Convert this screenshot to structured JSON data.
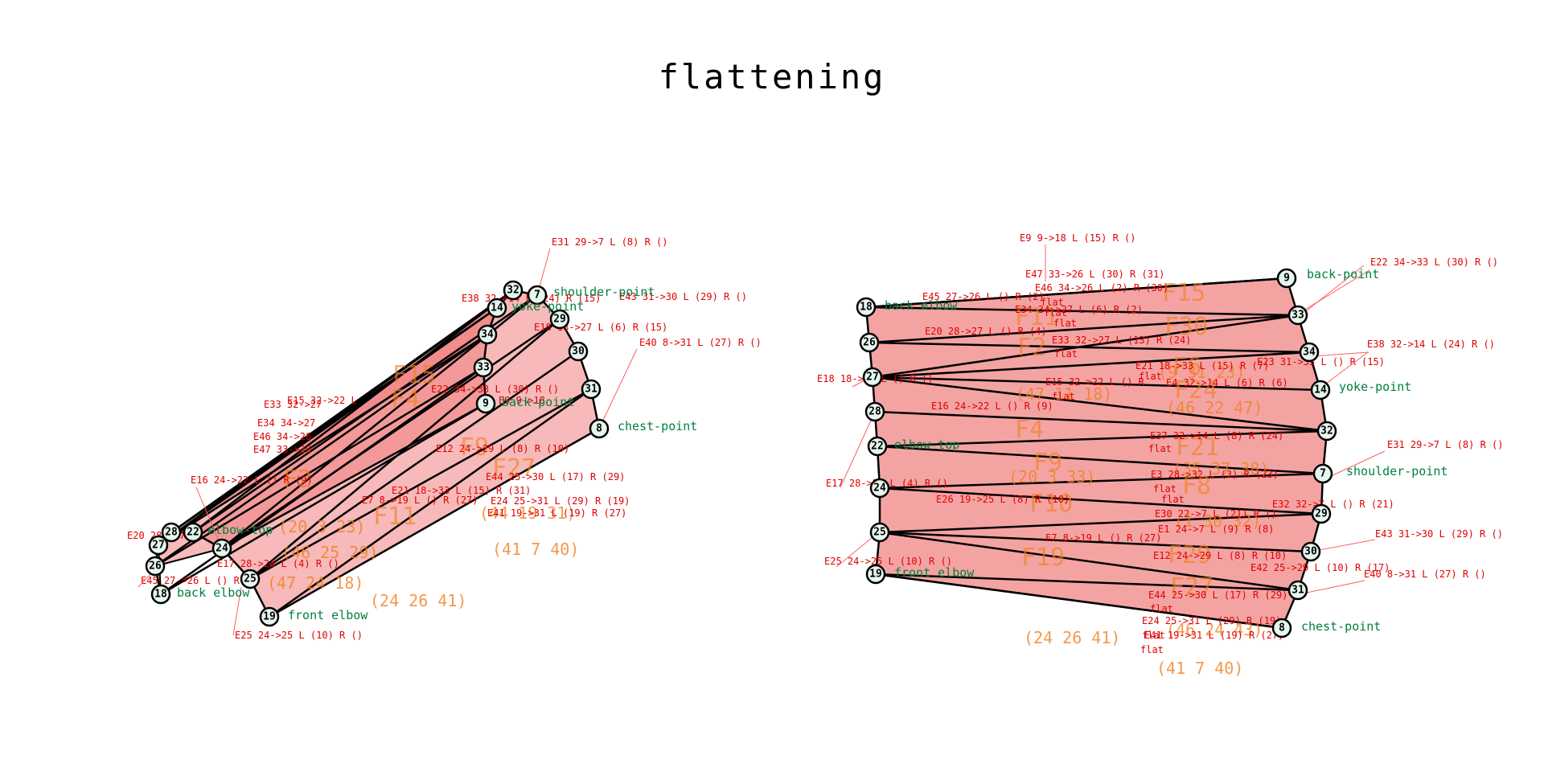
{
  "title": "flattening",
  "colors": {
    "face_fill": "#f08080",
    "edge": "#000000",
    "vertex_fill": "#e6f5ee",
    "vertex_label": "#008040",
    "edge_label": "#e00000",
    "face_label": "#f08020"
  },
  "left_panel": {
    "vertices": [
      {
        "id": "32"
      },
      {
        "id": "7"
      },
      {
        "id": "14"
      },
      {
        "id": "29"
      },
      {
        "id": "34"
      },
      {
        "id": "30"
      },
      {
        "id": "33"
      },
      {
        "id": "31"
      },
      {
        "id": "9"
      },
      {
        "id": "8"
      },
      {
        "id": "22"
      },
      {
        "id": "28"
      },
      {
        "id": "27"
      },
      {
        "id": "26"
      },
      {
        "id": "24"
      },
      {
        "id": "18"
      },
      {
        "id": "25"
      },
      {
        "id": "19"
      }
    ],
    "vertex_labels": [
      "shoulder-point",
      "yoke-point",
      "back-point",
      "chest-point",
      "elbow-top",
      "back elbow",
      "front elbow"
    ],
    "edge_labels": [
      "E31 29->7 L (8) R ()",
      "E38 32->14 L (24) R (15)",
      "E43 31->30 L (29) R ()",
      "E18 18->27 L (6) R (15)",
      "E40 8->31 L (27) R ()",
      "E15 32->22 L",
      "E33 32->27",
      "E34 34->27",
      "E46 34->26",
      "E47 33->26",
      "E16 24->22 L () R (9)",
      "E20 28->27",
      "E17 28->24 L (4) R ()",
      "E45 27->26 L () R",
      "E25 24->25 L (10) R ()",
      "E44 25->30 L (17) R (29)",
      "E24 25->31 L (29) R (19)",
      "E41 19->31 L (19) R (27)",
      "E7 8->19 L () R (27)",
      "E21 18->33 L (15) R (31)",
      "E12 24->29 L (8) R (10)",
      "E9 9->18",
      "E22 34->33 L (30) R ()"
    ],
    "face_labels": [
      "F2",
      "F4",
      "F9",
      "F11",
      "F15",
      "F27"
    ],
    "face_triples": [
      "(24 26 41)",
      "(41 7 40)",
      "(47 24 18)",
      "(44 19 31)",
      "(46 25 29)",
      "(20 3 23)"
    ]
  },
  "right_panel": {
    "vertices": [
      {
        "id": "9"
      },
      {
        "id": "18"
      },
      {
        "id": "33"
      },
      {
        "id": "26"
      },
      {
        "id": "34"
      },
      {
        "id": "27"
      },
      {
        "id": "14"
      },
      {
        "id": "28"
      },
      {
        "id": "32"
      },
      {
        "id": "22"
      },
      {
        "id": "7"
      },
      {
        "id": "24"
      },
      {
        "id": "29"
      },
      {
        "id": "30"
      },
      {
        "id": "25"
      },
      {
        "id": "19"
      },
      {
        "id": "31"
      },
      {
        "id": "8"
      }
    ],
    "vertex_labels": [
      "back-point",
      "back elbow",
      "yoke-point",
      "elbow-top",
      "shoulder-point",
      "front elbow",
      "chest-point"
    ],
    "edge_labels": [
      "E9 9->18 L (15) R ()",
      "E22 34->33 L (30) R ()",
      "E47 33->26 L (30) R (31)",
      "E46 34->26 L (2) R (30)",
      "E34 34->27 L (6) R (2)",
      "E45 27->26 L () R (2)",
      "E20 28->27 L () R (4)",
      "E33 32->27 L (13) R (24)",
      "E38 32->14 L (24) R ()",
      "E23 31->33 L () R (15)",
      "E18 18->27 L () R ()",
      "E21 18->33 L (15) R (7)",
      "E15 32->22 L () R",
      "E16 24->22 L () R (9)",
      "E4 32->14 L (6) R (6)",
      "E37 32->14 L (8) R (24)",
      "E31 29->7 L (8) R ()",
      "E3 28->32 L (3) R (23)",
      "E17 28->24 L (4) R ()",
      "E26 19->25 L (8) R (10)",
      "E32 32->7 L () R (21)",
      "E30 22->7 L (21) R ()",
      "E1 24->7 L (9) R (8)",
      "E7 8->19 L () R (27)",
      "E12 24->29 L (8) R (10)",
      "E43 31->30 L (29) R ()",
      "E42 25->29 L (10) R (17)",
      "E25 24->25 L (10) R ()",
      "E44 25->30 L (17) R (29)",
      "E40 8->31 L (27) R ()",
      "E24 25->31 L (29) R (19)",
      "E41 19->31 L (19) R (27)"
    ],
    "flat_labels": [
      "flat",
      "flat",
      "flat",
      "flat",
      "flat",
      "flat",
      "flat",
      "flat",
      "flat",
      "flat",
      "flat",
      "flat"
    ],
    "face_labels": [
      "F15",
      "F11",
      "F30",
      "F2",
      "F6",
      "F24",
      "F4",
      "F21",
      "F9",
      "F8",
      "F10",
      "F29",
      "F19",
      "F27"
    ],
    "face_triples": [
      "(9 31 23)",
      "(47 11 18)",
      "(46 22 47)",
      "(20 3 33)",
      "(35 37 38)",
      "(1 30 32)",
      "(46 24 43)",
      "(24 26 41)",
      "(41 7 40)"
    ]
  }
}
